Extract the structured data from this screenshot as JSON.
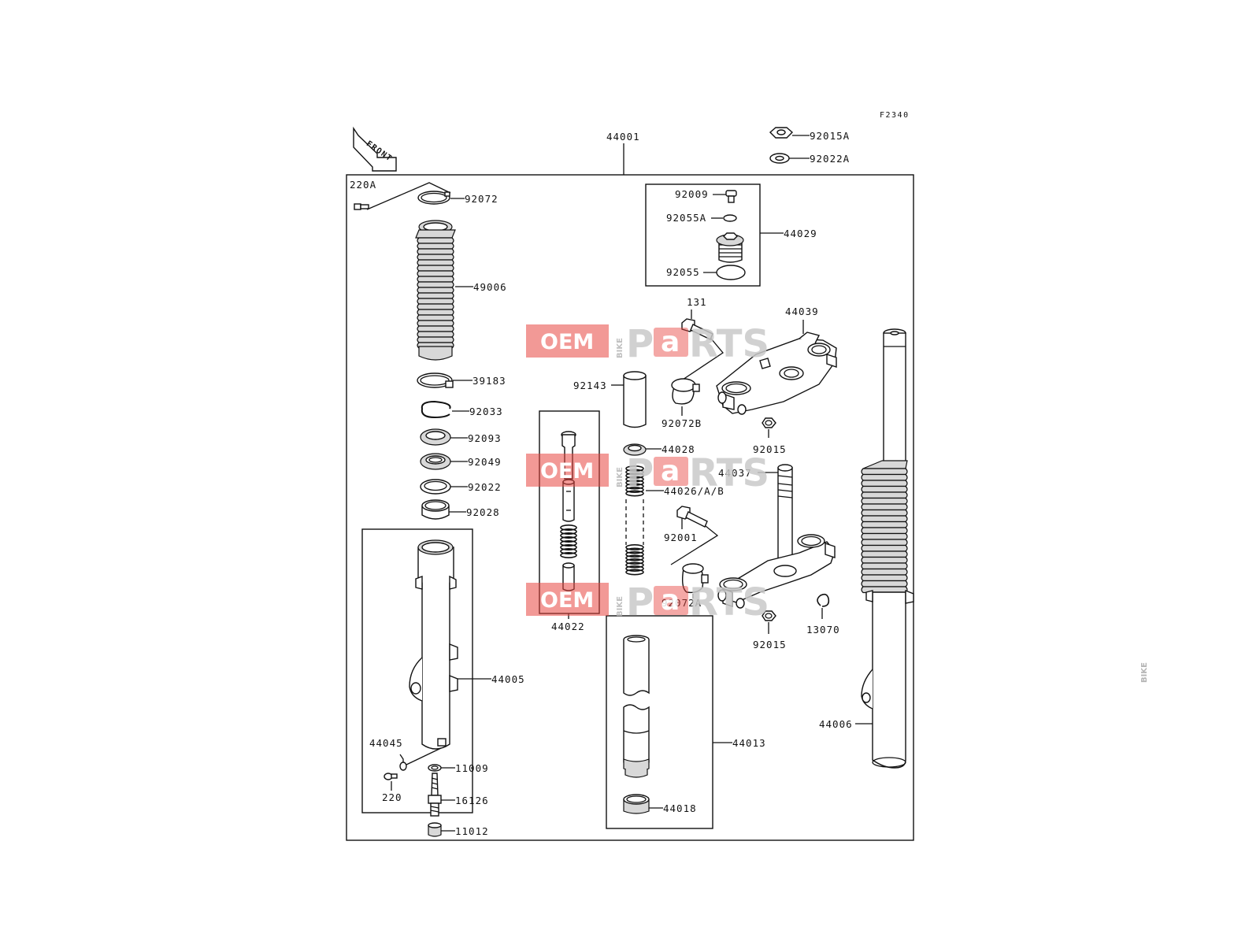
{
  "figure_code": "F2340",
  "front_arrow_label": "FRONT",
  "watermark": {
    "oem": "OEM",
    "bike": "BIKE",
    "p": "P",
    "a": "a",
    "rts": "RTS",
    "brand_color": "#e8463f"
  },
  "labels": {
    "p44001": "44001",
    "p92015A": "92015A",
    "p92022A": "92022A",
    "p220A": "220A",
    "p92072": "92072",
    "p49006": "49006",
    "p39183": "39183",
    "p92033": "92033",
    "p92093": "92093",
    "p92049": "92049",
    "p92022": "92022",
    "p92028": "92028",
    "p44005": "44005",
    "p44045": "44045",
    "p220": "220",
    "p11009": "11009",
    "p16126": "16126",
    "p11012": "11012",
    "p92009": "92009",
    "p92055A": "92055A",
    "p44029": "44029",
    "p92055": "92055",
    "p131": "131",
    "p44039": "44039",
    "p92143": "92143",
    "p92072B": "92072B",
    "p92015a": "92015",
    "p44028": "44028",
    "p44037": "44037",
    "p44026": "44026/A/B",
    "p92001": "92001",
    "p92072A": "92072A",
    "p13070": "13070",
    "p92015b": "92015",
    "p44022": "44022",
    "p44013": "44013",
    "p44018": "44018",
    "p44006": "44006"
  }
}
